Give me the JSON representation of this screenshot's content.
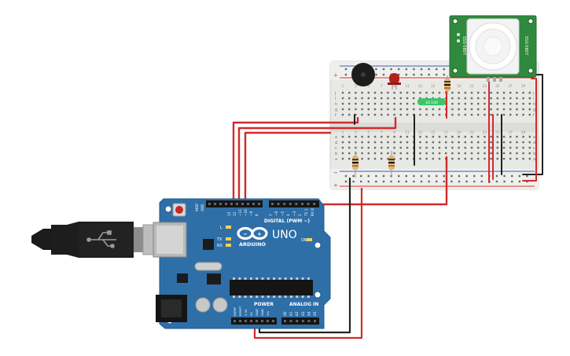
{
  "colors": {
    "board": "#2e6fa8",
    "board_edge": "#245a8a",
    "breadboard": "#e9e9e6",
    "pir_pcb": "#2f8a3e",
    "wire_red": "#d02b2b",
    "wire_black": "#222222",
    "led": "#b11f1f",
    "capacitor": "#3cc46a",
    "usb_cable": "#1b1b1b"
  },
  "icons": [
    "usb-plug-icon",
    "usb-symbol-icon",
    "infinity-logo-icon"
  ],
  "arduino": {
    "model": "UNO",
    "brand": "ARDUINO",
    "digital_label": "DIGITAL (PWM ~)",
    "power_label": "POWER",
    "analog_label": "ANALOG IN",
    "reset_label": "RESET",
    "on_label": "ON",
    "led_l": "L",
    "led_tx": "TX",
    "led_rx": "RX",
    "aref": "AREF",
    "gnd": "GND",
    "digital_pins": [
      "13",
      "12",
      "~11",
      "~10",
      "~9",
      "8",
      "7",
      "~6",
      "~5",
      "4",
      "~3",
      "2",
      "TX 1",
      "RX 0"
    ],
    "power_pins": [
      "IOREF",
      "RESET",
      "3.3V",
      "5V",
      "GND",
      "GND",
      "Vin"
    ],
    "analog_pins": [
      "A0",
      "A1",
      "A2",
      "A3",
      "A4",
      "A5"
    ]
  },
  "breadboard": {
    "row_letters_top": [
      "j",
      "i",
      "h",
      "g",
      "f"
    ],
    "row_letters_bottom": [
      "e",
      "d",
      "c",
      "b",
      "a"
    ],
    "column_numbers": [
      "1",
      "3",
      "5",
      "7",
      "9",
      "11",
      "13",
      "15",
      "17",
      "19",
      "21",
      "23",
      "25",
      "27",
      "29"
    ],
    "plus": "+",
    "minus": "−"
  },
  "capacitor_label": "10 100",
  "pir": {
    "label": "SSS-5807"
  }
}
